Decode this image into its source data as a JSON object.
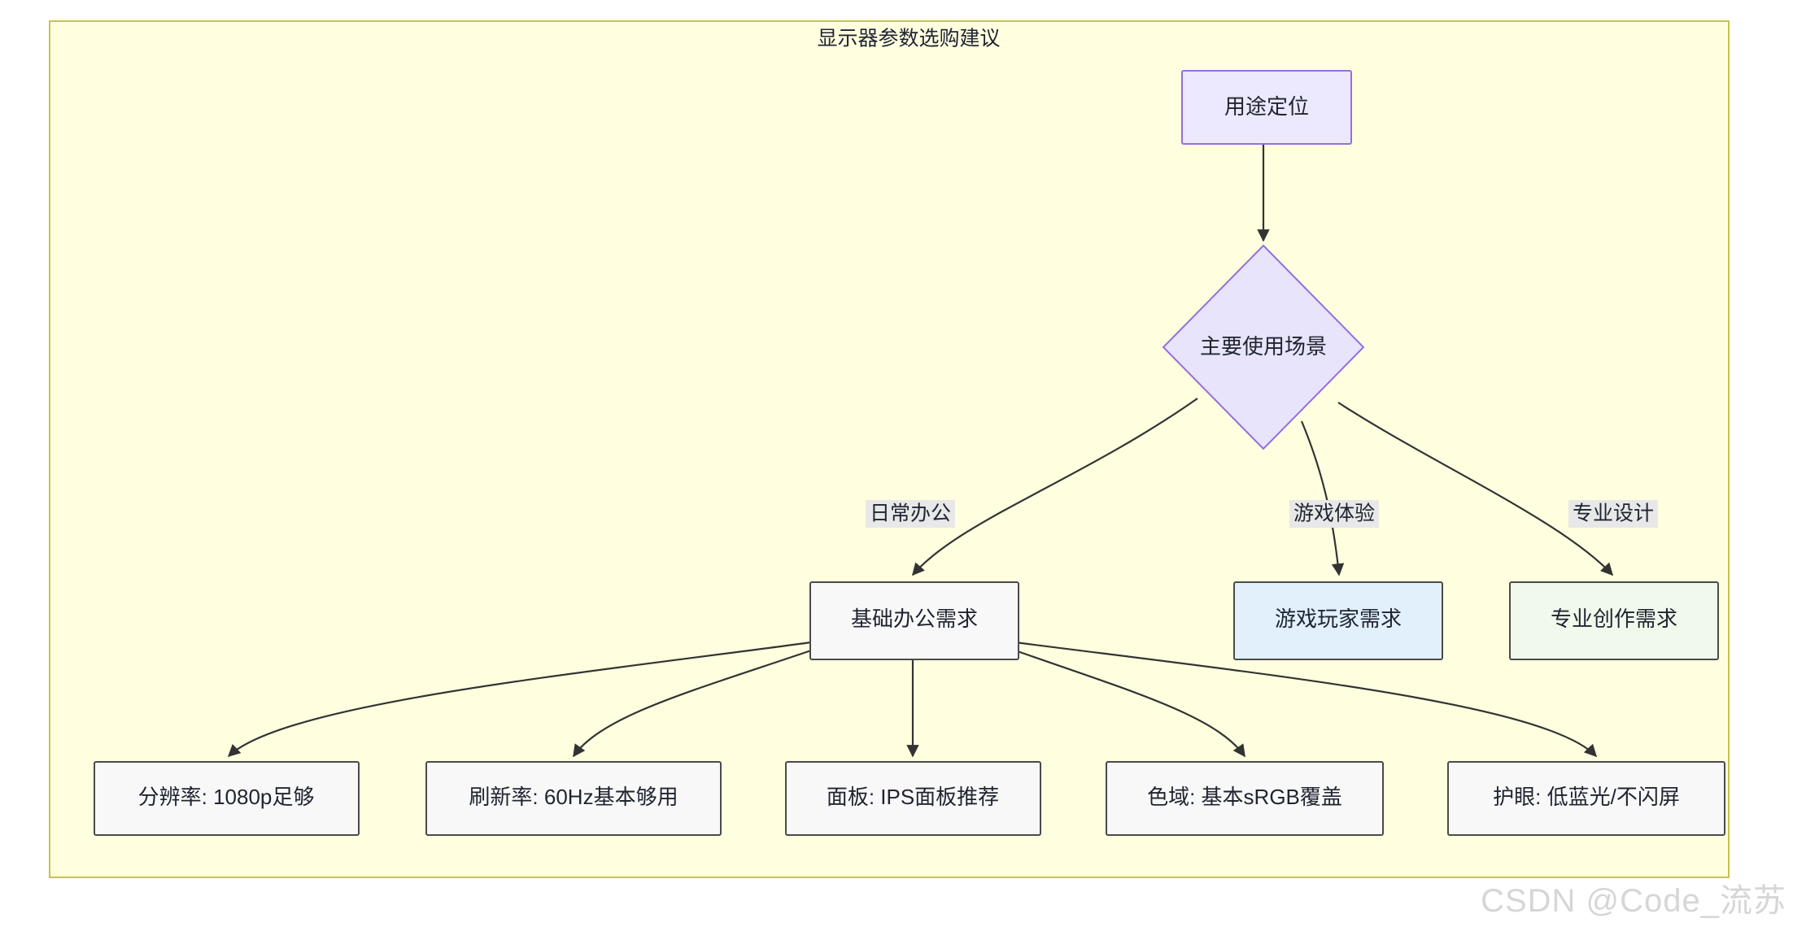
{
  "diagram": {
    "title": "显示器参数选购建议",
    "background_color": "#FFFFE0",
    "border_color": "#C8C24C",
    "edge_color": "#333333"
  },
  "nodes": {
    "root": {
      "label": "用途定位",
      "shape": "rect",
      "fill": "#ECE8FD",
      "stroke": "#9370DB"
    },
    "decision": {
      "label": "主要使用场景",
      "shape": "diamond",
      "fill": "#E7E4FB",
      "stroke": "#9370DB"
    },
    "office": {
      "label": "基础办公需求",
      "shape": "rect",
      "fill": "#F8F8F8",
      "stroke": "#4a4a4a"
    },
    "gaming": {
      "label": "游戏玩家需求",
      "shape": "rect",
      "fill": "#E1F0FB",
      "stroke": "#4a4a4a"
    },
    "pro": {
      "label": "专业创作需求",
      "shape": "rect",
      "fill": "#F0F9EC",
      "stroke": "#4a4a4a"
    },
    "resolution": {
      "label": "分辨率: 1080p足够",
      "shape": "rect",
      "fill": "#F8F8F8",
      "stroke": "#4a4a4a"
    },
    "refresh": {
      "label": "刷新率: 60Hz基本够用",
      "shape": "rect",
      "fill": "#F8F8F8",
      "stroke": "#4a4a4a"
    },
    "panel": {
      "label": "面板: IPS面板推荐",
      "shape": "rect",
      "fill": "#F8F8F8",
      "stroke": "#4a4a4a"
    },
    "gamut": {
      "label": "色域: 基本sRGB覆盖",
      "shape": "rect",
      "fill": "#F8F8F8",
      "stroke": "#4a4a4a"
    },
    "eyecare": {
      "label": "护眼: 低蓝光/不闪屏",
      "shape": "rect",
      "fill": "#F8F8F8",
      "stroke": "#4a4a4a"
    }
  },
  "edge_labels": {
    "office": "日常办公",
    "gaming": "游戏体验",
    "pro": "专业设计"
  },
  "watermark": {
    "text": "CSDN @Code_流苏"
  }
}
